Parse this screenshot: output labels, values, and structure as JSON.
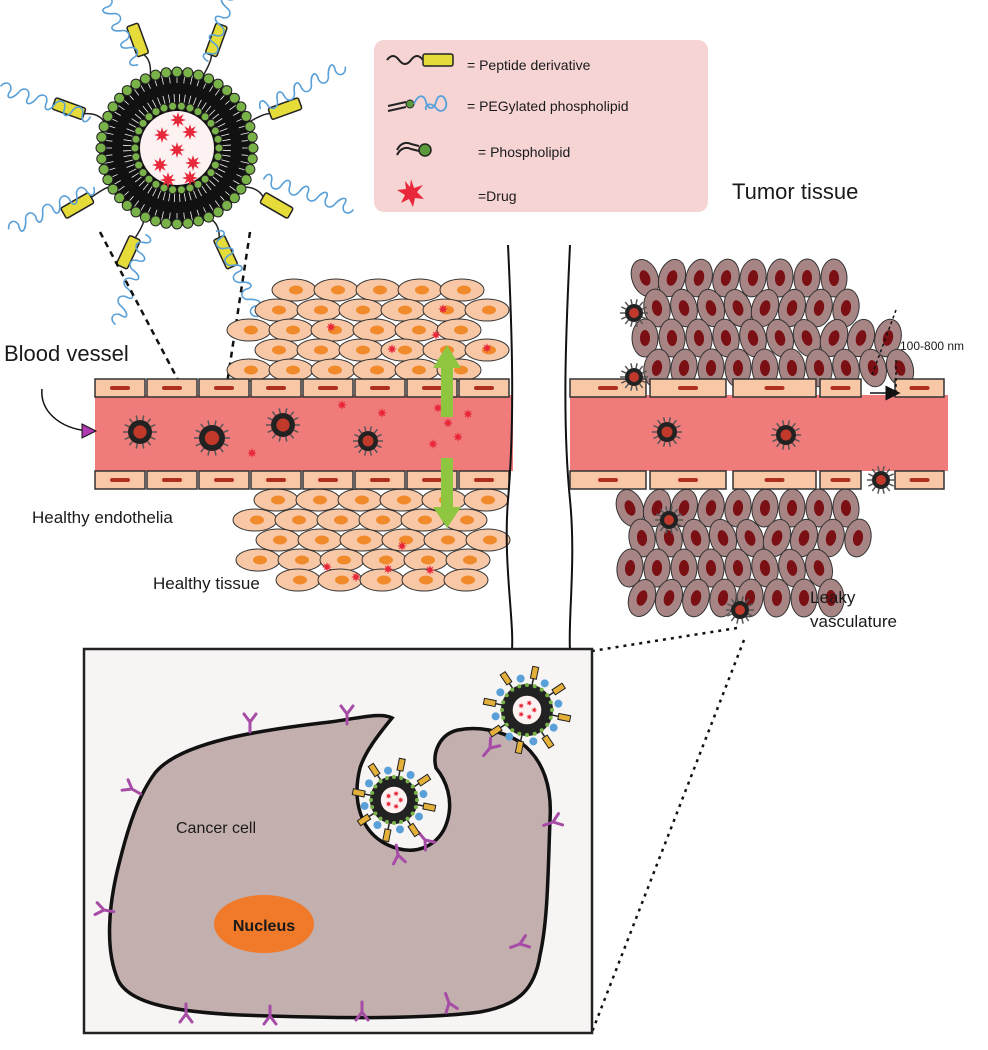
{
  "legend": {
    "items": [
      {
        "icon": "peptide-derivative-icon",
        "label": "= Peptide derivative"
      },
      {
        "icon": "pegylated-phospholipid-icon",
        "label": "= PEGylated phospholipid"
      },
      {
        "icon": "phospholipid-icon",
        "label": "= Phospholipid"
      },
      {
        "icon": "drug-icon",
        "label": "=Drug"
      }
    ],
    "background_color": "#f6d4d4"
  },
  "labels": {
    "tumor_tissue": "Tumor tissue",
    "blood_vessel": "Blood vessel",
    "healthy_endothelia": "Healthy endothelia",
    "healthy_tissue": "Healthy tissue",
    "leaky_vasculature_line1": "Leaky",
    "leaky_vasculature_line2": "vasculature",
    "pore_size": "100-800 nm",
    "cancer_cell": "Cancer cell",
    "nucleus": "Nucleus"
  },
  "colors": {
    "vessel": "#f07b7b",
    "endothelial_cell": "#f8c7a6",
    "healthy_cell": "#f8c7a6",
    "healthy_nucleus": "#f08a2a",
    "tumor_cell": "#a88585",
    "tumor_nucleus": "#7a0f14",
    "peptide": "#e5dc3a",
    "peg": "#5aa0d8",
    "phospholipid_head": "#5a9a3a",
    "drug": "#e8283a",
    "arrow": "#8ec63f",
    "cancer_cell_fill": "#c4afaf",
    "nucleus_fill": "#f07a2a",
    "receptor": "#a64ca6"
  }
}
